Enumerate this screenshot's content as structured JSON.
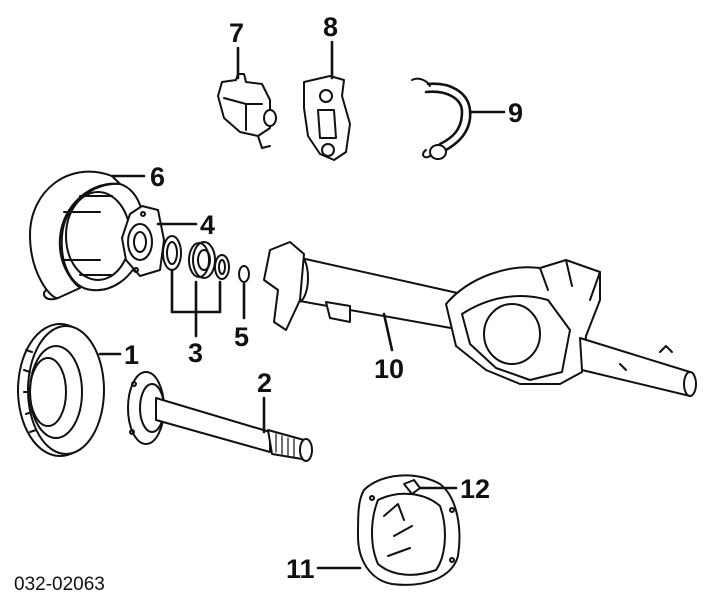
{
  "diagram": {
    "callouts": [
      {
        "id": "c1",
        "label": "1"
      },
      {
        "id": "c2",
        "label": "2"
      },
      {
        "id": "c3",
        "label": "3"
      },
      {
        "id": "c4",
        "label": "4"
      },
      {
        "id": "c5",
        "label": "5"
      },
      {
        "id": "c6",
        "label": "6"
      },
      {
        "id": "c7",
        "label": "7"
      },
      {
        "id": "c8",
        "label": "8"
      },
      {
        "id": "c9",
        "label": "9"
      },
      {
        "id": "c10",
        "label": "10"
      },
      {
        "id": "c11",
        "label": "11"
      },
      {
        "id": "c12",
        "label": "12"
      }
    ],
    "figure_code": "032-02063"
  }
}
